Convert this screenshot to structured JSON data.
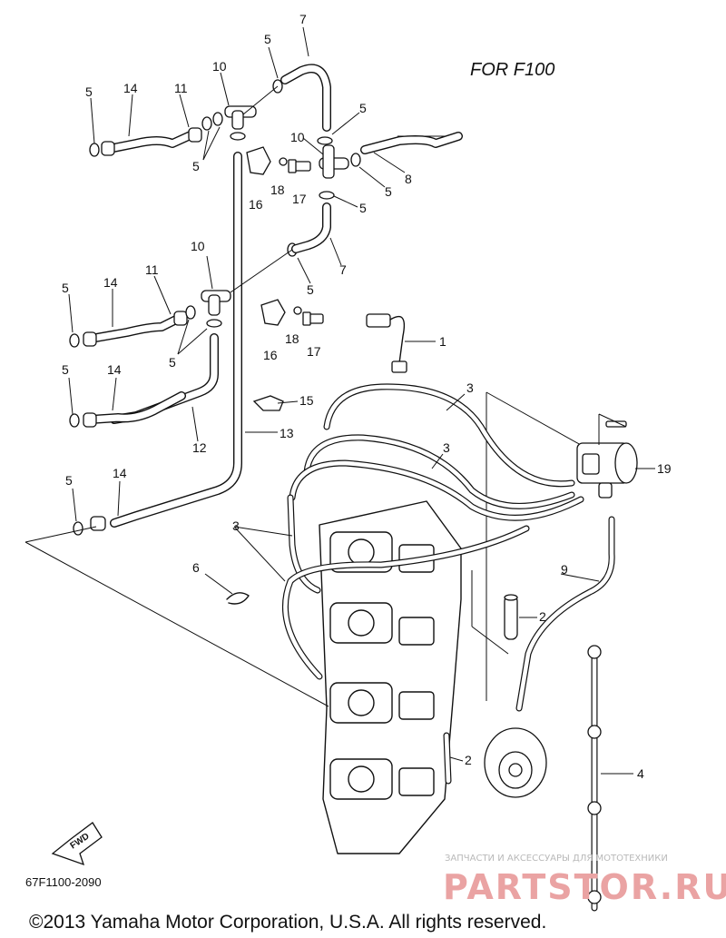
{
  "diagram": {
    "header": "FOR  F100",
    "part_code": "67F1100-2090",
    "fwd_label": "FWD",
    "copyright": "©2013 Yamaha Motor Corporation, U.S.A. All rights reserved.",
    "watermark": {
      "line1": "ЗАПЧАСТИ И АКСЕССУАРЫ ДЛЯ МОТОТЕХНИКИ",
      "line2": "PARTSTOR.RU"
    },
    "colors": {
      "line": "#111111",
      "watermark": "#eaa3a3"
    },
    "callouts": [
      {
        "id": "c7a",
        "label": "7"
      },
      {
        "id": "c5a",
        "label": "5"
      },
      {
        "id": "c10a",
        "label": "10"
      },
      {
        "id": "c14a",
        "label": "14"
      },
      {
        "id": "c11a",
        "label": "11"
      },
      {
        "id": "c5b",
        "label": "5"
      },
      {
        "id": "c5c",
        "label": "5"
      },
      {
        "id": "c5d",
        "label": "5"
      },
      {
        "id": "c10b",
        "label": "10"
      },
      {
        "id": "c8",
        "label": "8"
      },
      {
        "id": "c5e",
        "label": "5"
      },
      {
        "id": "c18a",
        "label": "18"
      },
      {
        "id": "c17a",
        "label": "17"
      },
      {
        "id": "c16a",
        "label": "16"
      },
      {
        "id": "c5f",
        "label": "5"
      },
      {
        "id": "c10c",
        "label": "10"
      },
      {
        "id": "c7b",
        "label": "7"
      },
      {
        "id": "c11b",
        "label": "11"
      },
      {
        "id": "c14b",
        "label": "14"
      },
      {
        "id": "c5g",
        "label": "5"
      },
      {
        "id": "c5h",
        "label": "5"
      },
      {
        "id": "c16b",
        "label": "16"
      },
      {
        "id": "c18b",
        "label": "18"
      },
      {
        "id": "c17b",
        "label": "17"
      },
      {
        "id": "c1",
        "label": "1"
      },
      {
        "id": "c5i",
        "label": "5"
      },
      {
        "id": "c14c",
        "label": "14"
      },
      {
        "id": "c5j",
        "label": "5"
      },
      {
        "id": "c15",
        "label": "15"
      },
      {
        "id": "c3a",
        "label": "3"
      },
      {
        "id": "c12",
        "label": "12"
      },
      {
        "id": "c13",
        "label": "13"
      },
      {
        "id": "c3b",
        "label": "3"
      },
      {
        "id": "c19",
        "label": "19"
      },
      {
        "id": "c5k",
        "label": "5"
      },
      {
        "id": "c14d",
        "label": "14"
      },
      {
        "id": "c3c",
        "label": "3"
      },
      {
        "id": "c6",
        "label": "6"
      },
      {
        "id": "c9",
        "label": "9"
      },
      {
        "id": "c2a",
        "label": "2"
      },
      {
        "id": "c2b",
        "label": "2"
      },
      {
        "id": "c4",
        "label": "4"
      }
    ]
  }
}
